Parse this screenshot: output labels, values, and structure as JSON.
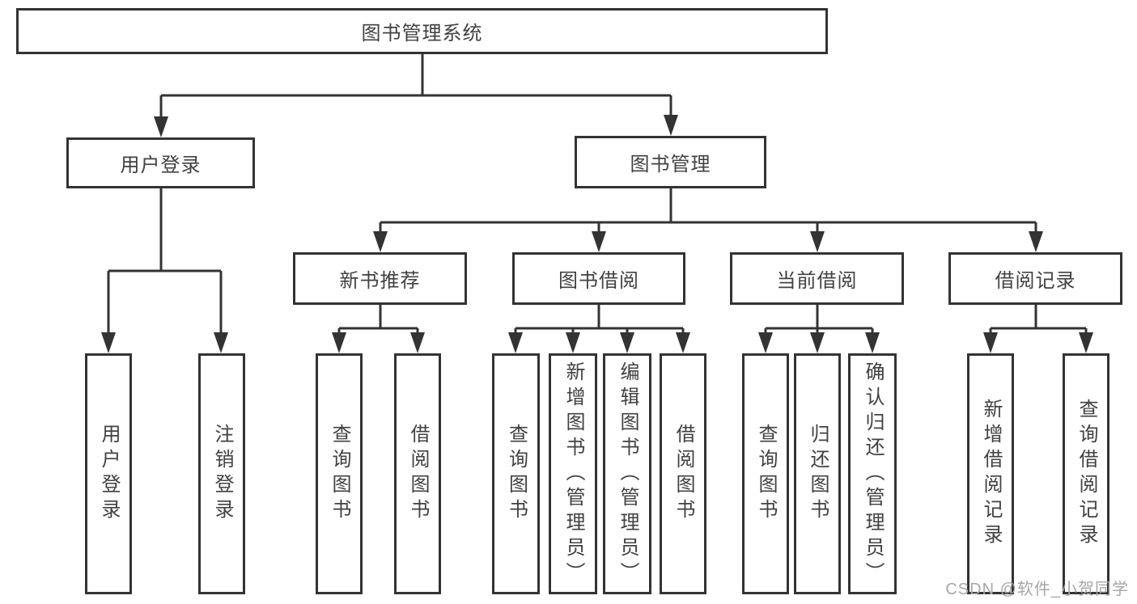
{
  "diagram": {
    "title": "图书管理系统",
    "level2": [
      "用户登录",
      "图书管理"
    ],
    "level3": [
      "新书推荐",
      "图书借阅",
      "当前借阅",
      "借阅记录"
    ],
    "leaves": [
      "用户登录",
      "注销登录",
      "查询图书",
      "借阅图书",
      "查询图书",
      "新增图书（管理员）",
      "编辑图书（管理员）",
      "借阅图书",
      "查询图书",
      "归还图书",
      "确认归还（管理员）",
      "新增借阅记录",
      "查询借阅记录"
    ],
    "edges": [
      {
        "from": "图书管理系统",
        "to": [
          "用户登录",
          "图书管理"
        ]
      },
      {
        "from": "用户登录",
        "to": [
          "用户登录",
          "注销登录"
        ]
      },
      {
        "from": "图书管理",
        "to": [
          "新书推荐",
          "图书借阅",
          "当前借阅",
          "借阅记录"
        ]
      },
      {
        "from": "新书推荐",
        "to": [
          "查询图书",
          "借阅图书"
        ]
      },
      {
        "from": "图书借阅",
        "to": [
          "查询图书",
          "新增图书（管理员）",
          "编辑图书（管理员）",
          "借阅图书"
        ]
      },
      {
        "from": "当前借阅",
        "to": [
          "查询图书",
          "归还图书",
          "确认归还（管理员）"
        ]
      },
      {
        "from": "借阅记录",
        "to": [
          "新增借阅记录",
          "查询借阅记录"
        ]
      }
    ],
    "colors": {
      "line": "#333333",
      "text": "#414141",
      "watermark": "#a6a6a6",
      "background": "#ffffff"
    },
    "watermark": "CSDN @软件_小贺同学"
  }
}
